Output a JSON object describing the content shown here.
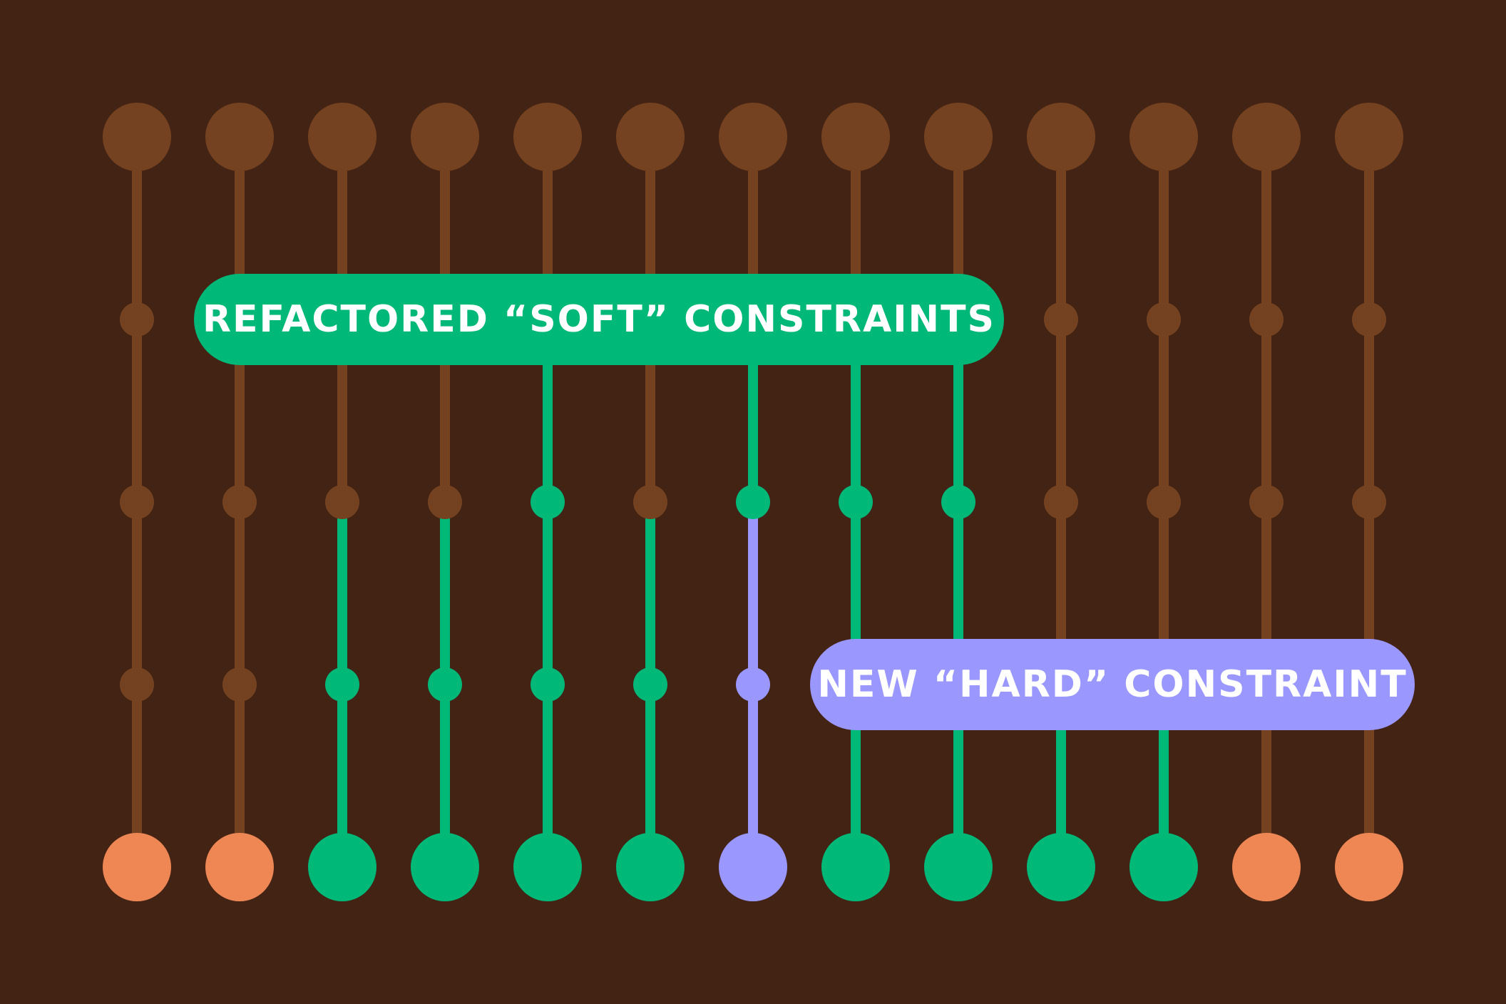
{
  "colors": {
    "background": "#432314",
    "inactive": "#754221",
    "soft": "#00b978",
    "hard": "#9a98ff",
    "end_unconstrained": "#ee8754"
  },
  "legend": {
    "soft_label": "REFACTORED “SOFT” CONSTRAINTS",
    "hard_label": "NEW “HARD” CONSTRAINT"
  },
  "columns": [
    {
      "rows": [
        "inactive",
        "inactive",
        "inactive",
        "inactive",
        "inactive"
      ],
      "end": "end_unconstrained"
    },
    {
      "rows": [
        "inactive",
        "inactive",
        "inactive",
        "inactive",
        "inactive"
      ],
      "end": "end_unconstrained"
    },
    {
      "rows": [
        "inactive",
        "inactive",
        "inactive",
        "soft",
        "soft"
      ],
      "end": "soft"
    },
    {
      "rows": [
        "inactive",
        "inactive",
        "inactive",
        "soft",
        "soft"
      ],
      "end": "soft"
    },
    {
      "rows": [
        "inactive",
        "inactive",
        "soft",
        "soft",
        "soft"
      ],
      "end": "soft"
    },
    {
      "rows": [
        "inactive",
        "inactive",
        "inactive",
        "soft",
        "soft"
      ],
      "end": "soft"
    },
    {
      "rows": [
        "inactive",
        "inactive",
        "soft",
        "hard",
        "hard"
      ],
      "end": "hard"
    },
    {
      "rows": [
        "inactive",
        "inactive",
        "soft",
        "soft",
        "soft"
      ],
      "end": "soft"
    },
    {
      "rows": [
        "inactive",
        "inactive",
        "soft",
        "soft",
        "soft"
      ],
      "end": "soft"
    },
    {
      "rows": [
        "inactive",
        "inactive",
        "inactive",
        "inactive",
        "soft"
      ],
      "end": "soft"
    },
    {
      "rows": [
        "inactive",
        "inactive",
        "inactive",
        "inactive",
        "soft"
      ],
      "end": "soft"
    },
    {
      "rows": [
        "inactive",
        "inactive",
        "inactive",
        "inactive",
        "inactive"
      ],
      "end": "end_unconstrained"
    },
    {
      "rows": [
        "inactive",
        "inactive",
        "inactive",
        "inactive",
        "inactive"
      ],
      "end": "end_unconstrained"
    }
  ]
}
